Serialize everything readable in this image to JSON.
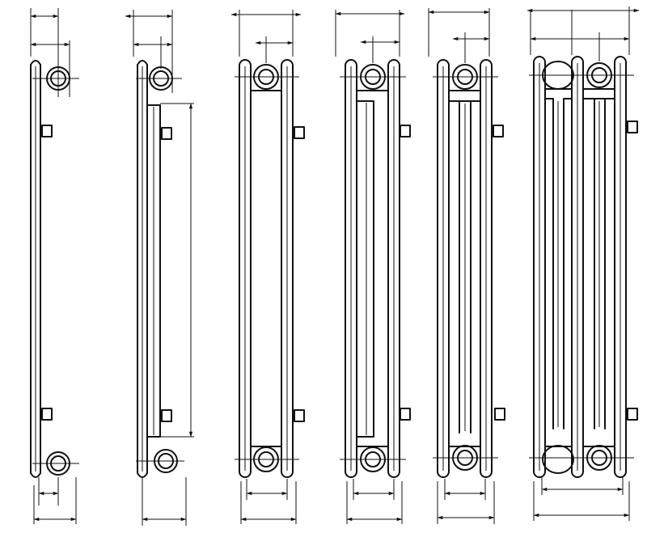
{
  "drawing": {
    "kind": "radiator section profiles",
    "profiles": [
      {
        "id": "p1",
        "columns": 1,
        "label_text": ""
      },
      {
        "id": "p2",
        "columns": 1,
        "label_text": ""
      },
      {
        "id": "p3",
        "columns": 2,
        "label_text": ""
      },
      {
        "id": "p4",
        "columns": 3,
        "label_text": ""
      },
      {
        "id": "p5",
        "columns": 4,
        "label_text": ""
      },
      {
        "id": "p6",
        "columns": 6,
        "label_text": ""
      }
    ],
    "colors": {
      "line": "#111111",
      "background": "#ffffff"
    }
  }
}
